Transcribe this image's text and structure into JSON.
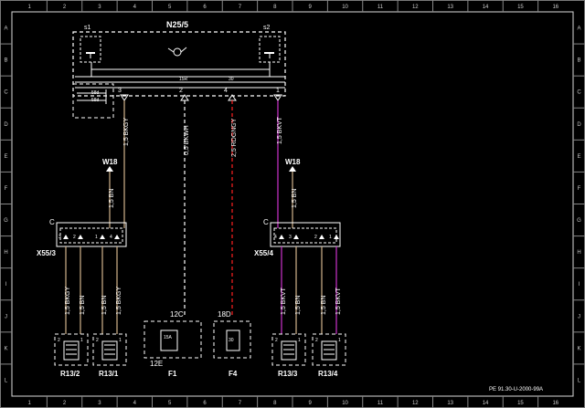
{
  "sheet": {
    "columns": [
      "1",
      "2",
      "3",
      "4",
      "5",
      "6",
      "7",
      "8",
      "9",
      "10",
      "11",
      "12",
      "13",
      "14",
      "15",
      "16"
    ],
    "rows": [
      "A",
      "B",
      "C",
      "D",
      "E",
      "F",
      "G",
      "H",
      "I",
      "J",
      "K",
      "L"
    ],
    "drawing_ref": "PE 91.30-U-2000-99A"
  },
  "component_n25": {
    "name": "N25/5",
    "switch1": "s1",
    "switch2": "s2"
  },
  "connector_pins": {
    "p3": "3",
    "p2": "2",
    "p4": "4",
    "p1": "1",
    "p15r": "15R",
    "p30": "30"
  },
  "side_pins": {
    "a": "58d",
    "b": "58d"
  },
  "wires": {
    "w1": "1,5 BKGY",
    "w2": "0,5 BKWH",
    "w3": "2,5 RDGNGY",
    "w4": "1,5 BKVT",
    "w5": "1,5 BN",
    "w6": "1,5 BN"
  },
  "grounds": {
    "g1": "W18",
    "g2": "W18"
  },
  "connectors": {
    "left": {
      "label": "X55/3",
      "c": "C",
      "pins": [
        "3",
        "2",
        "1",
        "4"
      ]
    },
    "right": {
      "label": "X55/4",
      "c": "C",
      "pins": [
        "4",
        "3",
        "2",
        "1"
      ]
    }
  },
  "lower_wires": {
    "l1": "1,5 BKGY",
    "l2": "1,5 BN",
    "l3": "1,5 BN",
    "l4": "1,5 BKGY",
    "r1": "1,5 BKVT",
    "r2": "1,5 BN",
    "r3": "1,5 BN",
    "r4": "1,5 BKVT"
  },
  "heaters": {
    "h1": "R13/2",
    "h2": "R13/1",
    "h3": "R13/3",
    "h4": "R13/4",
    "pin1": "1",
    "pin2": "2"
  },
  "fuses": {
    "f1": "F1",
    "f4": "F4",
    "f1_top": "12C",
    "f1_bottom": "12E",
    "f4_top": "18D",
    "f1_inner": "15A",
    "f4_inner": "30"
  }
}
